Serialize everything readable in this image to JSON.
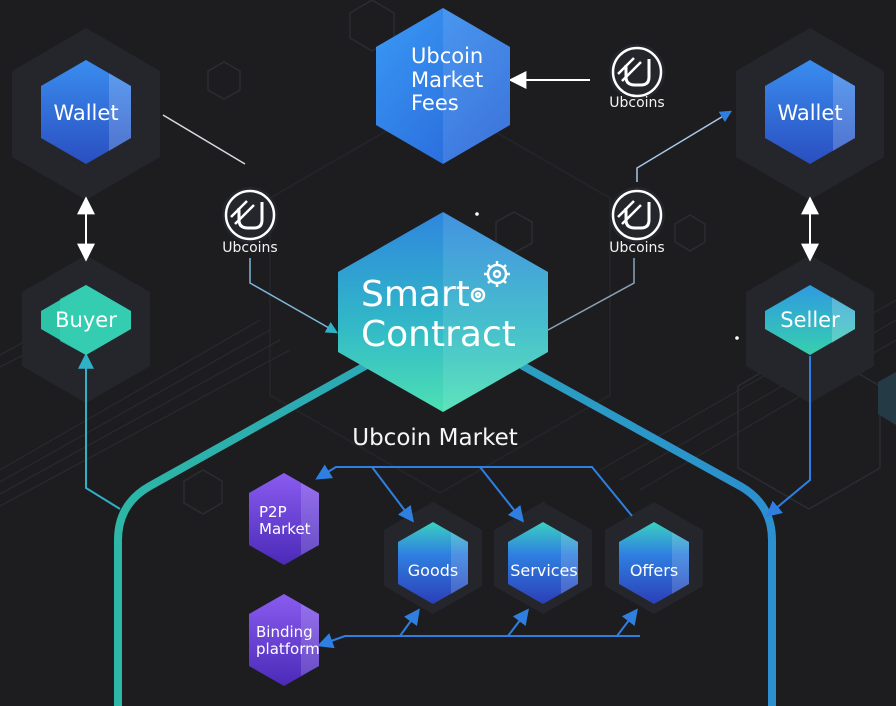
{
  "fees": {
    "label": "Ubcoin\nMarket\nFees"
  },
  "wallet_left": {
    "label": "Wallet"
  },
  "wallet_right": {
    "label": "Wallet"
  },
  "buyer": {
    "label": "Buyer"
  },
  "seller": {
    "label": "Seller"
  },
  "smart_contract": {
    "label": "Smart\nContract"
  },
  "market": {
    "title": "Ubcoin Market"
  },
  "coin_top": {
    "label": "Ubcoins"
  },
  "coin_left": {
    "label": "Ubcoins"
  },
  "coin_right": {
    "label": "Ubcoins"
  },
  "p2p": {
    "label": "P2P\nMarket"
  },
  "binding": {
    "label": "Binding\nplatform"
  },
  "goods": {
    "label": "Goods"
  },
  "services": {
    "label": "Services"
  },
  "offers": {
    "label": "Offers"
  },
  "colors": {
    "background": "#1d1d20",
    "blue": "#2f7fe0",
    "teal": "#2bb5b2",
    "purple": "#6b3fd6",
    "green": "#3fd0a8"
  }
}
